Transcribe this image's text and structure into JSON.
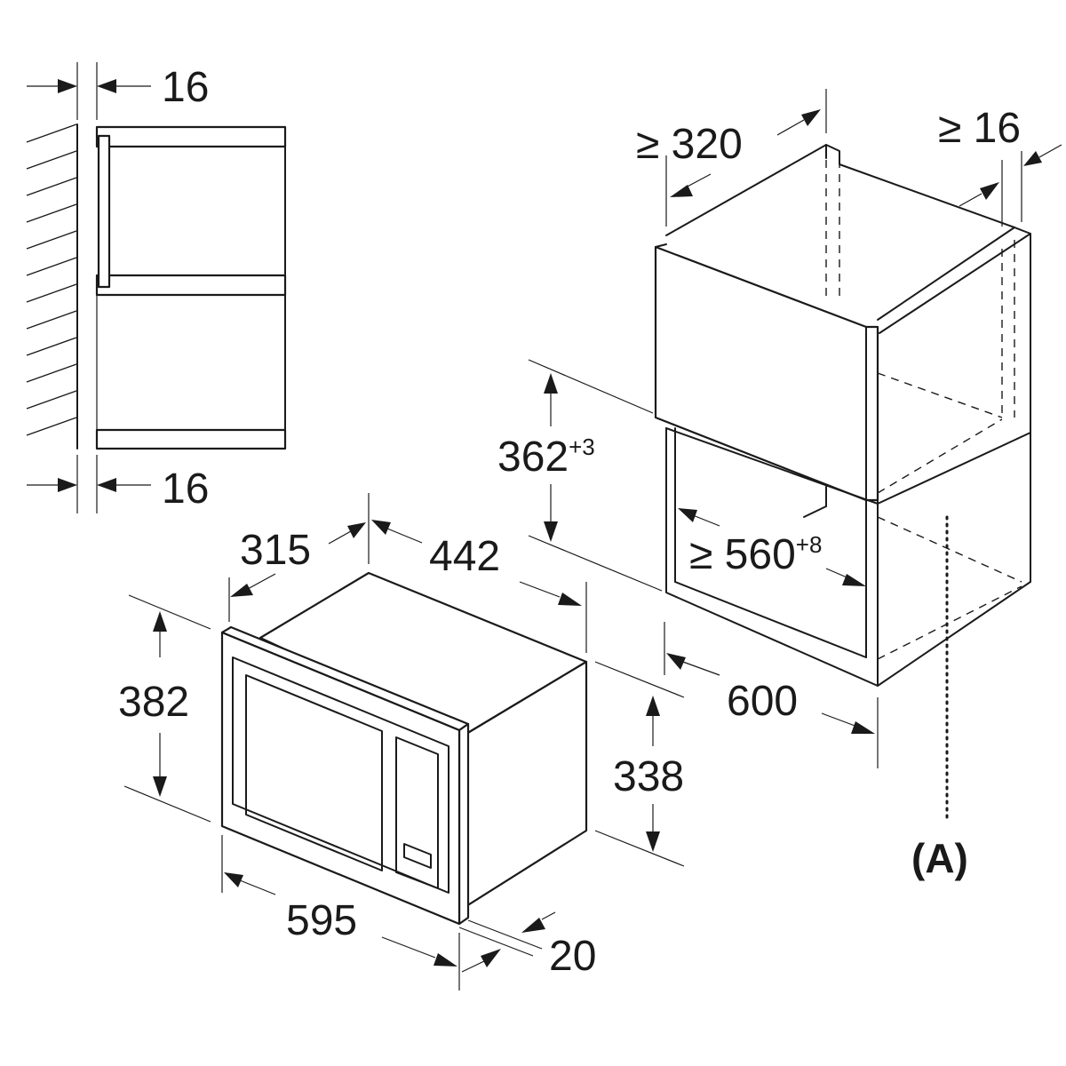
{
  "dimensions": {
    "side_gap_top": "16",
    "side_gap_bottom": "16",
    "cabinet_depth": "≥ 320",
    "cabinet_side_gap": "≥ 16",
    "niche_height": "362",
    "niche_height_tolerance": "+3",
    "niche_width": "≥ 560",
    "niche_width_tolerance": "+8",
    "cabinet_width": "600",
    "appliance_depth": "315",
    "appliance_body_width": "442",
    "appliance_height": "382",
    "appliance_body_height": "338",
    "appliance_width": "595",
    "front_panel_depth": "20"
  },
  "marker": "(A)"
}
